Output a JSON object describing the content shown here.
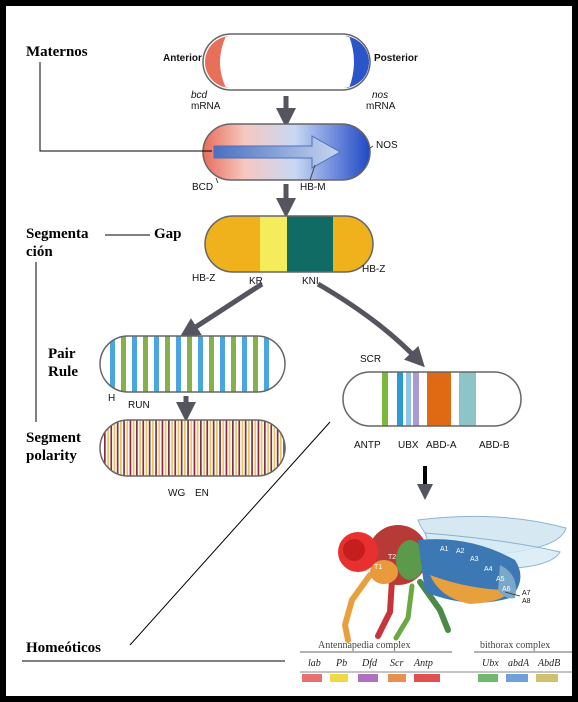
{
  "stages": {
    "maternos": "Maternos",
    "segmentacion_l1": "Segmenta",
    "segmentacion_l2": "ción",
    "gap": "Gap",
    "pair_rule_l1": "Pair",
    "pair_rule_l2": "Rule",
    "segment_polarity_l1": "Segment",
    "segment_polarity_l2": "polarity",
    "homeoticos": "Homeóticos"
  },
  "maternal": {
    "anterior": "Anterior",
    "posterior": "Posterior",
    "bcd": "bcd",
    "nos": "nos",
    "mrna_left": "mRNA",
    "mrna_right": "mRNA",
    "nos_protein": "NOS",
    "bcd_protein": "BCD",
    "hb_m": "HB-M"
  },
  "gap_genes": {
    "hb_z_left": "HB-Z",
    "hb_z_right": "HB-Z",
    "kr": "KR",
    "kni": "KNI"
  },
  "pair_rule": {
    "h": "H",
    "run": "RUN"
  },
  "segment_polarity": {
    "wg": "WG",
    "en": "EN"
  },
  "homeotic": {
    "scr": "SCR",
    "antp": "ANTP",
    "ubx": "UBX",
    "abd_a": "ABD-A",
    "abd_b": "ABD-B"
  },
  "fly": {
    "t1": "T1",
    "t2": "T2",
    "a1": "A1",
    "a2": "A2",
    "a3": "A3",
    "a4": "A4",
    "a5": "A5",
    "a6": "A6",
    "a7": "A7",
    "a8": "A8"
  },
  "complexes": {
    "antennapedia": "Antennapedia complex",
    "bithorax": "bithorax complex",
    "genes": [
      "lab",
      "Pb",
      "Dfd",
      "Scr",
      "Antp",
      "Ubx",
      "abdA",
      "AbdB"
    ]
  },
  "colors": {
    "anterior_red": "#e8705a",
    "posterior_blue": "#2a55c8",
    "gap_orange": "#f0b21c",
    "gap_yellow": "#f4ec5a",
    "gap_teal": "#0f6b63",
    "stripe_blue": "#4aa6e0",
    "stripe_green": "#86b04c",
    "wg_red": "#8c2a3c",
    "en_yellow": "#e8c460",
    "arrow_gray": "#555560"
  }
}
